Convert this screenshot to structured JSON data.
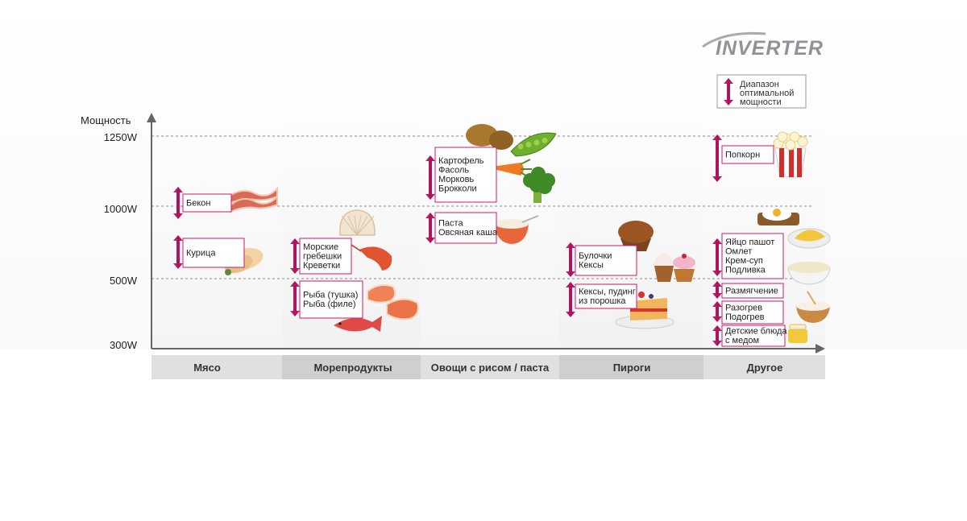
{
  "logo": "INVERTER",
  "legend": {
    "lines": [
      "Диапазон",
      "оптимальной",
      "мощности"
    ]
  },
  "chart_data": {
    "type": "range",
    "ylabel": "Мощность",
    "yticks": [
      "300W",
      "500W",
      "1000W",
      "1250W"
    ],
    "categories": [
      "Мясо",
      "Морепродукты",
      "Овощи с рисом / паста",
      "Пироги",
      "Другое"
    ],
    "items": [
      {
        "category": 0,
        "lines": [
          "Бекон"
        ],
        "pics": [
          "bacon-icon"
        ]
      },
      {
        "category": 0,
        "lines": [
          "Курица"
        ],
        "pics": [
          "chicken-icon"
        ]
      },
      {
        "category": 1,
        "lines": [
          "Морские",
          "гребешки",
          "Креветки"
        ],
        "pics": [
          "shell-icon",
          "shrimp-icon"
        ]
      },
      {
        "category": 1,
        "lines": [
          "Рыба (тушка)",
          "Рыба (филе)"
        ],
        "pics": [
          "salmon-steak-icon",
          "fish-icon"
        ]
      },
      {
        "category": 2,
        "lines": [
          "Картофель",
          "Фасоль",
          "Морковь",
          "Брокколи"
        ],
        "pics": [
          "potato-icon",
          "pea-pod-icon",
          "carrot-icon",
          "broccoli-icon"
        ]
      },
      {
        "category": 2,
        "lines": [
          "Паста",
          "Овсяная каша"
        ],
        "pics": [
          "porridge-bowl-icon"
        ]
      },
      {
        "category": 3,
        "lines": [
          "Булочки",
          "Кексы"
        ],
        "pics": [
          "muffin-icon",
          "cupcake-icon"
        ]
      },
      {
        "category": 3,
        "lines": [
          "Кексы, пудинг",
          "из порошка"
        ],
        "pics": [
          "cake-slice-icon"
        ]
      },
      {
        "category": 4,
        "lines": [
          "Попкорн"
        ],
        "pics": [
          "popcorn-icon"
        ]
      },
      {
        "category": 4,
        "lines": [
          "Яйцо пашот",
          "Омлет",
          "Крем-суп",
          "Подливка"
        ],
        "pics": [
          "poached-egg-icon",
          "omelette-icon",
          "soup-bowl-icon"
        ]
      },
      {
        "category": 4,
        "lines": [
          "Размягчение"
        ],
        "pics": []
      },
      {
        "category": 4,
        "lines": [
          "Разогрев",
          "Подогрев"
        ],
        "pics": [
          "warm-bowl-icon"
        ]
      },
      {
        "category": 4,
        "lines": [
          "Детские блюда",
          "с медом"
        ],
        "pics": [
          "honey-jar-icon"
        ]
      }
    ]
  }
}
